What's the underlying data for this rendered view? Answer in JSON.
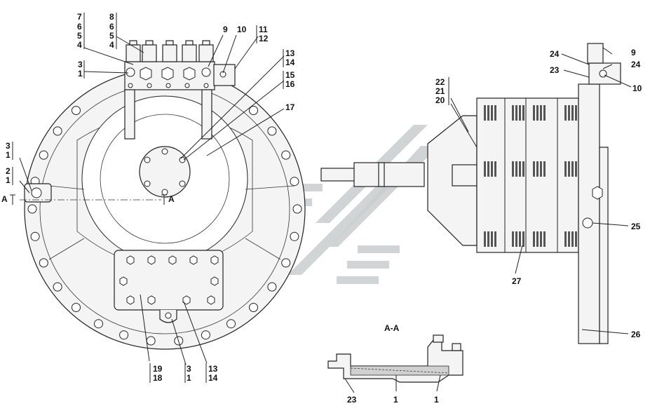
{
  "watermark": {
    "name": "logo-chevrons",
    "color": "#c9cccc"
  },
  "front_view": {
    "section_marker_left": "A",
    "section_marker_center": "A",
    "callouts": [
      {
        "id": "c-7-6-5-4",
        "lines": [
          "7",
          "6",
          "5",
          "4"
        ]
      },
      {
        "id": "c-8-6-5-4",
        "lines": [
          "8",
          "6",
          "5",
          "4"
        ]
      },
      {
        "id": "c-9",
        "lines": [
          "9"
        ]
      },
      {
        "id": "c-10",
        "lines": [
          "10"
        ]
      },
      {
        "id": "c-11-12",
        "lines": [
          "11",
          "12"
        ]
      },
      {
        "id": "c-3-1-top",
        "lines": [
          "3",
          "1"
        ]
      },
      {
        "id": "c-13-14-top",
        "lines": [
          "13",
          "14"
        ]
      },
      {
        "id": "c-15-16",
        "lines": [
          "15",
          "16"
        ]
      },
      {
        "id": "c-17",
        "lines": [
          "17"
        ]
      },
      {
        "id": "c-3-1-left",
        "lines": [
          "3",
          "1"
        ]
      },
      {
        "id": "c-2-1",
        "lines": [
          "2",
          "1"
        ]
      },
      {
        "id": "c-19-18",
        "lines": [
          "19",
          "18"
        ]
      },
      {
        "id": "c-3-1-bottom",
        "lines": [
          "3",
          "1"
        ]
      },
      {
        "id": "c-13-14-bottom",
        "lines": [
          "13",
          "14"
        ]
      }
    ]
  },
  "side_view": {
    "callouts": [
      {
        "id": "s-22-21-20",
        "lines": [
          "22",
          "21",
          "20"
        ]
      },
      {
        "id": "s-24a",
        "lines": [
          "24"
        ]
      },
      {
        "id": "s-9",
        "lines": [
          "9"
        ]
      },
      {
        "id": "s-24b",
        "lines": [
          "24"
        ]
      },
      {
        "id": "s-23",
        "lines": [
          "23"
        ]
      },
      {
        "id": "s-10",
        "lines": [
          "10"
        ]
      },
      {
        "id": "s-25",
        "lines": [
          "25"
        ]
      },
      {
        "id": "s-27",
        "lines": [
          "27"
        ]
      },
      {
        "id": "s-26",
        "lines": [
          "26"
        ]
      }
    ]
  },
  "section_view": {
    "title": "A-A",
    "callouts": [
      {
        "id": "x-23",
        "lines": [
          "23"
        ]
      },
      {
        "id": "x-1a",
        "lines": [
          "1"
        ]
      },
      {
        "id": "x-1b",
        "lines": [
          "1"
        ]
      }
    ]
  }
}
